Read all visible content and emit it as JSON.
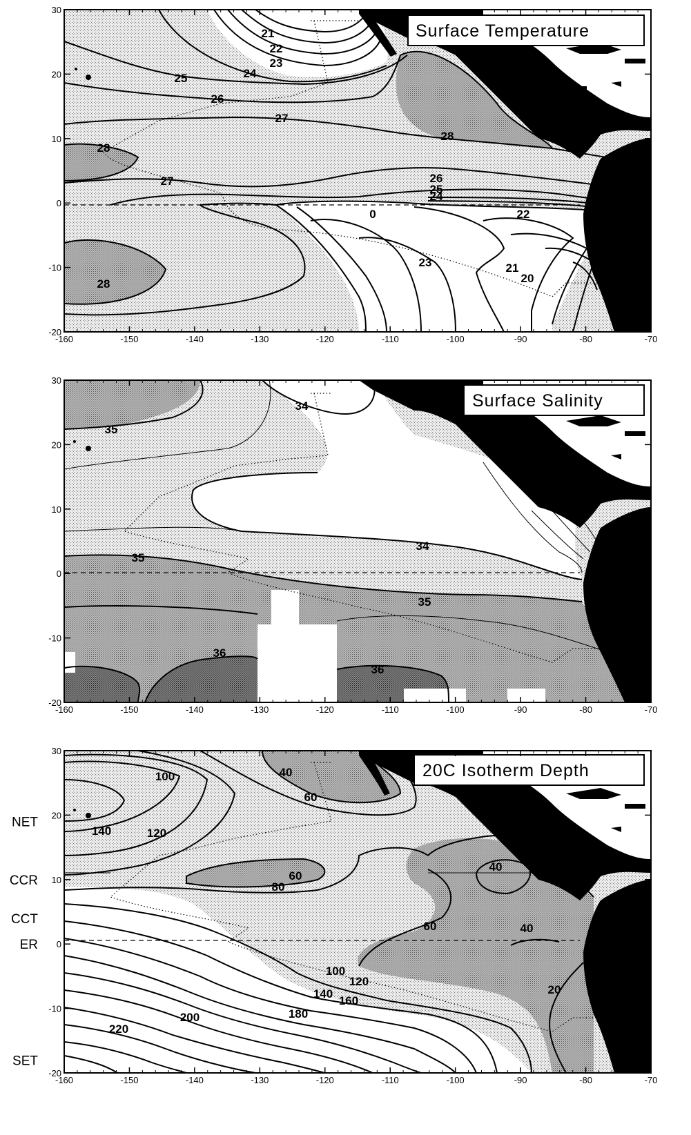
{
  "x_ticks": [
    "-160",
    "-150",
    "-140",
    "-130",
    "-120",
    "-110",
    "-100",
    "-90",
    "-80",
    "-70"
  ],
  "y_ticks": [
    "30",
    "20",
    "10",
    "0",
    "-10",
    "-20"
  ],
  "panels": [
    {
      "id": "temperature",
      "title": "Surface Temperature",
      "contour_labels": [
        "21",
        "22",
        "23",
        "24",
        "25",
        "26",
        "27",
        "28",
        "28",
        "27",
        "28",
        "26",
        "25",
        "24",
        "0",
        "23",
        "22",
        "21",
        "20"
      ]
    },
    {
      "id": "salinity",
      "title": "Surface Salinity",
      "contour_labels": [
        "35",
        "34",
        "34",
        "35",
        "35",
        "36",
        "36"
      ]
    },
    {
      "id": "isotherm",
      "title": "20C Isotherm Depth",
      "contour_labels": [
        "100",
        "40",
        "60",
        "140",
        "120",
        "60",
        "80",
        "40",
        "60",
        "40",
        "100",
        "120",
        "140",
        "200",
        "160",
        "180",
        "220",
        "20"
      ],
      "side_labels": [
        {
          "text": "NET",
          "lat": 19
        },
        {
          "text": "CCR",
          "lat": 10
        },
        {
          "text": "CCT",
          "lat": 4
        },
        {
          "text": "ER",
          "lat": 0
        },
        {
          "text": "SET",
          "lat": -18
        }
      ]
    }
  ],
  "colors": {
    "light_stipple": "#d6d6d6",
    "medium_stipple": "#a4a4a4",
    "dark_stipple": "#6e6e6e",
    "land": "#000000",
    "background": "#ffffff"
  }
}
